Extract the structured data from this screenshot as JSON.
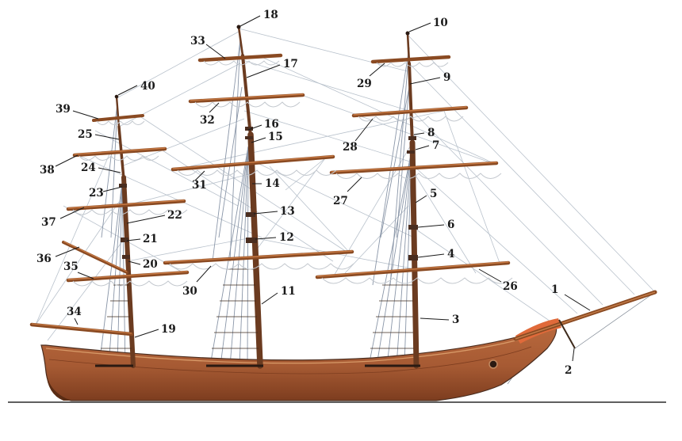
{
  "diagram": {
    "colors": {
      "hull": "#a65a33",
      "hull_dark": "#7d3d1f",
      "spar": "#8a4a22",
      "rigging": "#b9c2cc",
      "sail": "#c4c9cf",
      "bowsprit_accent": "#e06a3a",
      "label": "#1a1a1a"
    },
    "labels": {
      "l1": "1",
      "l2": "2",
      "l3": "3",
      "l4": "4",
      "l5": "5",
      "l6": "6",
      "l7": "7",
      "l8": "8",
      "l9": "9",
      "l10": "10",
      "l11": "11",
      "l12": "12",
      "l13": "13",
      "l14": "14",
      "l15": "15",
      "l16": "16",
      "l17": "17",
      "l18": "18",
      "l19": "19",
      "l20": "20",
      "l21": "21",
      "l22": "22",
      "l23": "23",
      "l24": "24",
      "l25": "25",
      "l26": "26",
      "l27": "27",
      "l28": "28",
      "l29": "29",
      "l30": "30",
      "l31": "31",
      "l32": "32",
      "l33": "33",
      "l34": "34",
      "l35": "35",
      "l36": "36",
      "l37": "37",
      "l38": "38",
      "l39": "39",
      "l40": "40"
    }
  }
}
